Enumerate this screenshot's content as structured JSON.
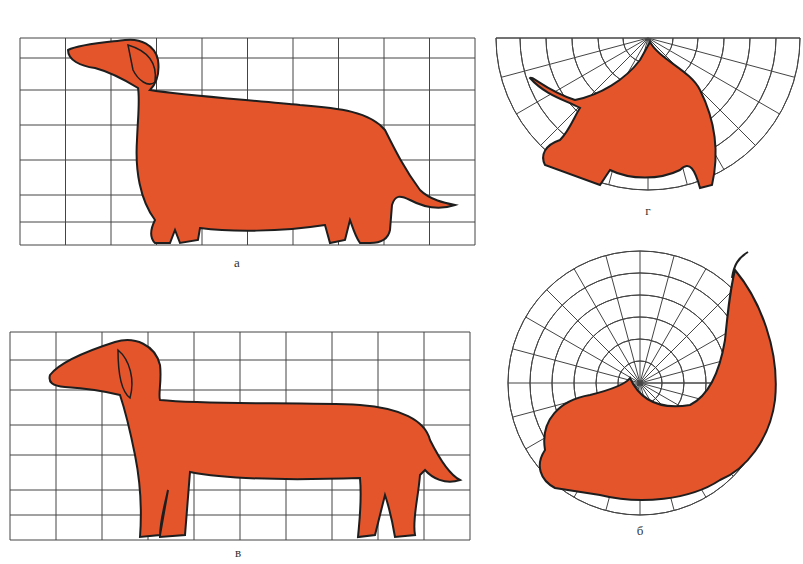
{
  "diagram": {
    "labels": [
      "а",
      "г",
      "в",
      "б"
    ]
  }
}
